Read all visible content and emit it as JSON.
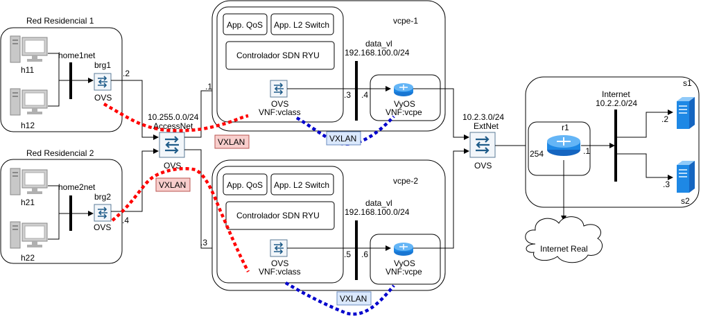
{
  "sites": {
    "res1": {
      "title": "Red Residencial 1",
      "hostA": "h11",
      "hostB": "h12",
      "net": "home1net",
      "brg": "brg1",
      "ovs": "OVS",
      "brg_ip": ".2"
    },
    "res2": {
      "title": "Red Residencial 2",
      "hostA": "h21",
      "hostB": "h22",
      "net": "home2net",
      "brg": "brg2",
      "ovs": "OVS",
      "brg_ip": ".4"
    }
  },
  "access": {
    "net": "10.255.0.0/24",
    "name": "AccessNet",
    "ovs": "OVS",
    "ip_vcpe1": ".1",
    "ip_vcpe2": ".3"
  },
  "vcpe1": {
    "title": "vcpe-1",
    "app_qos": "App. QoS",
    "app_l2": "App. L2 Switch",
    "ryu": "Controlador SDN RYU",
    "data_vl": "data_vl",
    "data_net": "192.168.100.0/24",
    "ovs": "OVS",
    "vnf_vclass": "VNF:vclass",
    "vyos": "VyOS",
    "vnf_vcpe": "VNF:vcpe",
    "ip_left": ".3",
    "ip_right": ".4"
  },
  "vcpe2": {
    "title": "vcpe-2",
    "app_qos": "App. QoS",
    "app_l2": "App. L2 Switch",
    "ryu": "Controlador SDN RYU",
    "data_vl": "data_vl",
    "data_net": "192.168.100.0/24",
    "ovs": "OVS",
    "vnf_vclass": "VNF:vclass",
    "vyos": "VyOS",
    "vnf_vcpe": "VNF:vcpe",
    "ip_left": ".5",
    "ip_right": ".6"
  },
  "vxlan": {
    "label": "VXLAN"
  },
  "ext": {
    "net": "10.2.3.0/24",
    "name": "ExtNet",
    "ovs": "OVS"
  },
  "internet": {
    "router": "r1",
    "ip_left": "254",
    "ip_right": ".1",
    "name": "Internet",
    "net": "10.2.2.0/24",
    "s1": "s1",
    "s2": "s2",
    "s1_ip": ".2",
    "s2_ip": ".3",
    "cloud": "Internet Real"
  },
  "colors": {
    "red_tunnel": "#ff0000",
    "blue_tunnel": "#0000cc",
    "red_label_bg": "#f8cecc",
    "blue_label_bg": "#dae8fc",
    "server_blue": "#1e88e5",
    "router_blue": "#1976d2"
  }
}
